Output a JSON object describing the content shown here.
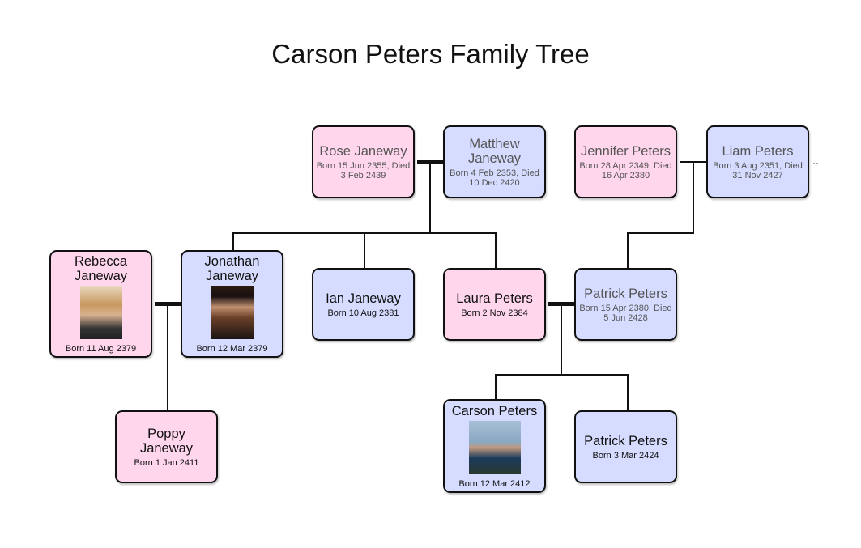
{
  "title": "Carson Peters Family Tree",
  "people": {
    "rose": {
      "name": "Rose Janeway",
      "dates": "Born 15 Jun 2355, Died 3 Feb 2439"
    },
    "matthew": {
      "name": "Matthew Janeway",
      "dates": "Born 4 Feb 2353, Died 10 Dec 2420"
    },
    "jennifer": {
      "name": "Jennifer Peters",
      "dates": "Born 28 Apr 2349, Died 16 Apr 2380"
    },
    "liam": {
      "name": "Liam Peters",
      "dates": "Born 3 Aug 2351, Died 31 Nov 2427"
    },
    "rebecca": {
      "name": "Rebecca Janeway",
      "dates": "Born 11 Aug 2379"
    },
    "jonathan": {
      "name": "Jonathan Janeway",
      "dates": "Born 12 Mar 2379"
    },
    "ian": {
      "name": "Ian Janeway",
      "dates": "Born 10 Aug 2381"
    },
    "laura": {
      "name": "Laura Peters",
      "dates": "Born 2 Nov 2384"
    },
    "patrick": {
      "name": "Patrick Peters",
      "dates": "Born 15 Apr 2380, Died 5 Jun 2428"
    },
    "poppy": {
      "name": "Poppy Janeway",
      "dates": "Born 1 Jan 2411"
    },
    "carson": {
      "name": "Carson Peters",
      "dates": "Born 12 Mar 2412"
    },
    "patrick2": {
      "name": "Patrick Peters",
      "dates": "Born 3 Mar 2424"
    }
  },
  "more_indicator": "..",
  "colors": {
    "female": "#ffd6ec",
    "male": "#d6dcff"
  }
}
